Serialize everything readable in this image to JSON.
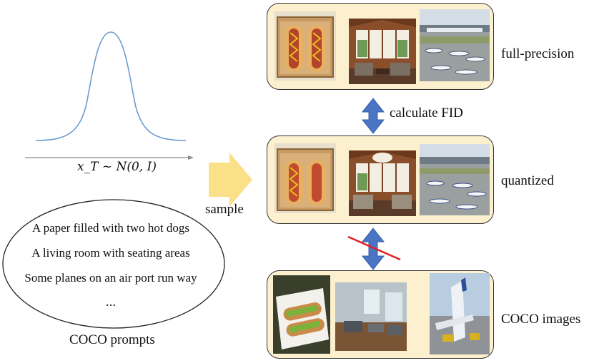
{
  "distribution": {
    "formula": "x_T ~ N(0, I)"
  },
  "sample_label": "sample",
  "compare_label": "calculate FID",
  "prompts": {
    "items": [
      "A paper filled with two hot dogs",
      "A living room with seating areas",
      "Some planes on an air port run way"
    ],
    "ellipsis": "...",
    "caption": "COCO prompts"
  },
  "rows": [
    {
      "label": "full-precision",
      "images": [
        "hot-dogs-image",
        "living-room-image",
        "airport-image"
      ]
    },
    {
      "label": "quantized",
      "images": [
        "hot-dogs-image",
        "living-room-image",
        "airport-image"
      ]
    },
    {
      "label": "COCO images",
      "images": [
        "hot-dogs-photo",
        "living-room-photo",
        "airplane-photo"
      ]
    }
  ],
  "colors": {
    "curve": "#6a9bd1",
    "arrow_yellow": "#fbe08a",
    "arrow_blue": "#4a74c4",
    "cross_red": "#e02020",
    "panel_fill": "#fdf0cf"
  }
}
